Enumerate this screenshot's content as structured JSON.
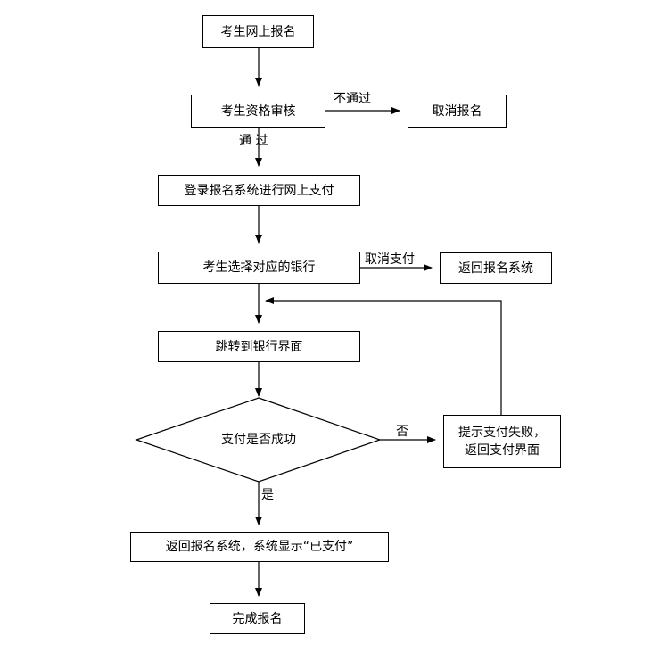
{
  "nodes": {
    "register_online": "考生网上报名",
    "qualification_review": "考生资格审核",
    "cancel_registration": "取消报名",
    "login_pay_online": "登录报名系统进行网上支付",
    "choose_bank": "考生选择对应的银行",
    "return_registration_system": "返回报名系统",
    "jump_to_bank": "跳转到银行界面",
    "payment_success_check": "支付是否成功",
    "payment_failed_line1": "提示支付失败，",
    "payment_failed_line2": "返回支付界面",
    "return_show_paid": "返回报名系统，系统显示“已支付”",
    "complete_registration": "完成报名"
  },
  "edges": {
    "not_passed": "不通过",
    "passed": "通 过",
    "cancel_payment": "取消支付",
    "no": "否",
    "yes": "是"
  }
}
